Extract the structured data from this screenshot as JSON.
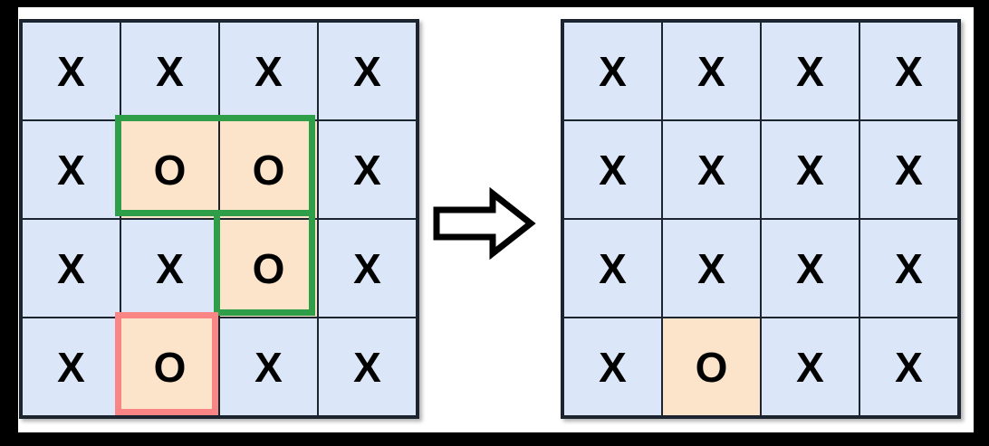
{
  "diagram": {
    "title": "Grid flood-fill / region removal transformation",
    "symbols": {
      "x": "X",
      "o": "O"
    },
    "colors": {
      "cell_blue": "#dbe7f8",
      "cell_orange": "#fce4ca",
      "grid_line": "#1c2430",
      "highlight_green": "#2e9e48",
      "highlight_red": "#f98584",
      "arrow_fill": "#ffffff",
      "arrow_stroke": "#000000",
      "background": "#000000",
      "paper": "#ffffff"
    },
    "arrow": {
      "name": "right-arrow",
      "direction": "right",
      "glyph": "⇒"
    },
    "left_grid": {
      "name": "before-grid",
      "rows": 4,
      "cols": 4,
      "cells": [
        [
          {
            "value": "X",
            "fill": "blue"
          },
          {
            "value": "X",
            "fill": "blue"
          },
          {
            "value": "X",
            "fill": "blue"
          },
          {
            "value": "X",
            "fill": "blue"
          }
        ],
        [
          {
            "value": "X",
            "fill": "blue"
          },
          {
            "value": "O",
            "fill": "orange"
          },
          {
            "value": "O",
            "fill": "orange"
          },
          {
            "value": "X",
            "fill": "blue"
          }
        ],
        [
          {
            "value": "X",
            "fill": "blue"
          },
          {
            "value": "X",
            "fill": "blue"
          },
          {
            "value": "O",
            "fill": "orange"
          },
          {
            "value": "X",
            "fill": "blue"
          }
        ],
        [
          {
            "value": "X",
            "fill": "blue"
          },
          {
            "value": "O",
            "fill": "orange"
          },
          {
            "value": "X",
            "fill": "blue"
          },
          {
            "value": "X",
            "fill": "blue"
          }
        ]
      ],
      "highlights": [
        {
          "name": "green-region-outline",
          "color": "#2e9e48",
          "shape": "L-shape",
          "cells": [
            [
              1,
              1
            ],
            [
              1,
              2
            ],
            [
              2,
              2
            ]
          ]
        },
        {
          "name": "red-region-outline",
          "color": "#f98584",
          "shape": "single-cell",
          "cells": [
            [
              3,
              1
            ]
          ]
        }
      ]
    },
    "right_grid": {
      "name": "after-grid",
      "rows": 4,
      "cols": 4,
      "cells": [
        [
          {
            "value": "X",
            "fill": "blue"
          },
          {
            "value": "X",
            "fill": "blue"
          },
          {
            "value": "X",
            "fill": "blue"
          },
          {
            "value": "X",
            "fill": "blue"
          }
        ],
        [
          {
            "value": "X",
            "fill": "blue"
          },
          {
            "value": "X",
            "fill": "blue"
          },
          {
            "value": "X",
            "fill": "blue"
          },
          {
            "value": "X",
            "fill": "blue"
          }
        ],
        [
          {
            "value": "X",
            "fill": "blue"
          },
          {
            "value": "X",
            "fill": "blue"
          },
          {
            "value": "X",
            "fill": "blue"
          },
          {
            "value": "X",
            "fill": "blue"
          }
        ],
        [
          {
            "value": "X",
            "fill": "blue"
          },
          {
            "value": "O",
            "fill": "orange"
          },
          {
            "value": "X",
            "fill": "blue"
          },
          {
            "value": "X",
            "fill": "blue"
          }
        ]
      ],
      "highlights": []
    }
  }
}
